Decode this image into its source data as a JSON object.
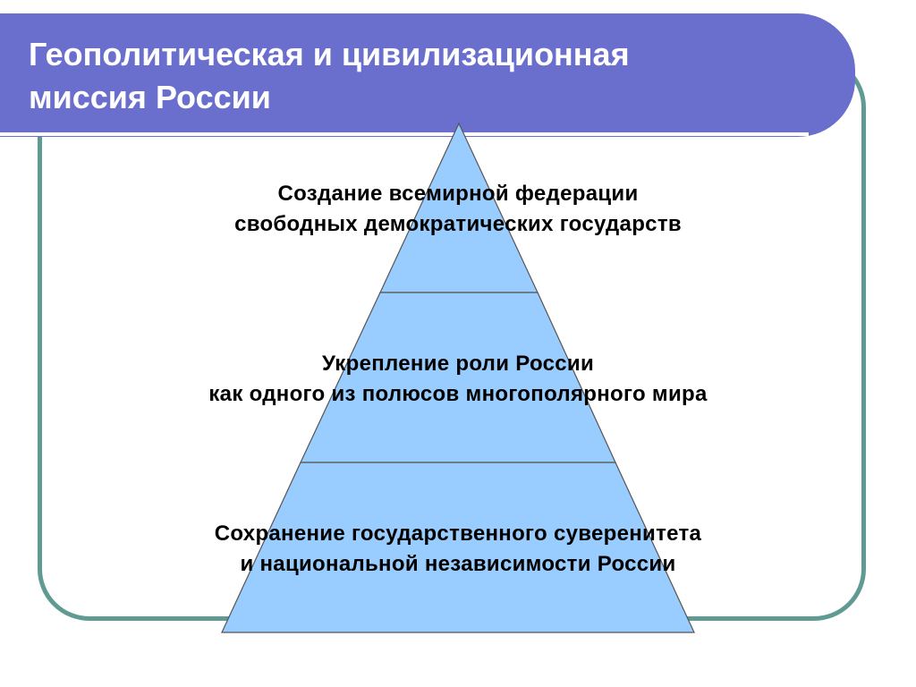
{
  "slide": {
    "title_lines": [
      "Геополитическая и цивилизационная",
      "миссия России"
    ]
  },
  "pyramid": {
    "levels": [
      {
        "lines": [
          "Создание всемирной федерации",
          "свободных демократических государств"
        ]
      },
      {
        "lines": [
          "Укрепление роли России",
          "как одного из полюсов многополярного мира"
        ]
      },
      {
        "lines": [
          "Сохранение государственного суверенитета",
          "и национальной независимости России"
        ]
      }
    ]
  },
  "colors": {
    "title_bar": "#6a6fcd",
    "frame_border": "#5f9a93",
    "pyramid_fill": "#99ccff",
    "pyramid_stroke": "#555555"
  }
}
